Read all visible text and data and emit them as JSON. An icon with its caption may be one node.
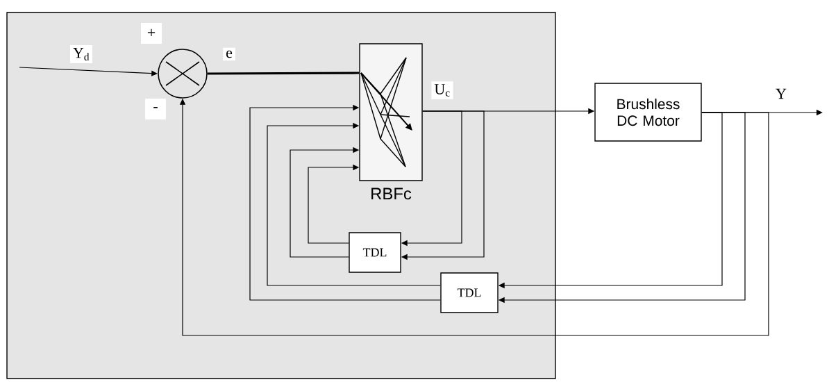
{
  "diagram": {
    "nodes": [
      {
        "text": [],
        "shape": "circle"
      },
      {
        "text": [
          "RBFc"
        ]
      },
      {
        "text": [
          "Brushless DC Motor"
        ]
      },
      {
        "text": [
          "TDL"
        ]
      },
      {
        "text": [
          "TDL"
        ]
      }
    ],
    "edges": [
      {
        "from": null,
        "to": 0,
        "arrow": "to",
        "label": "Y$_{d}$"
      },
      {
        "from": 0,
        "to": 1,
        "arrow": "none",
        "label": "e",
        "style": "thick"
      },
      {
        "from": 1,
        "to": 2,
        "arrow": "to",
        "label": "U$_{c}$"
      },
      {
        "from": 2,
        "to": null,
        "arrow": "to",
        "label": "Y"
      },
      {
        "from": 1,
        "to": 3,
        "arrow": "to"
      },
      {
        "from": 1,
        "to": 3,
        "arrow": "to"
      },
      {
        "from": 3,
        "to": 1,
        "arrow": "to"
      },
      {
        "from": 3,
        "to": 1,
        "arrow": "to"
      },
      {
        "from": 2,
        "to": 4,
        "arrow": "to"
      },
      {
        "from": 2,
        "to": 4,
        "arrow": "to"
      },
      {
        "from": 4,
        "to": 1,
        "arrow": "to"
      },
      {
        "from": 4,
        "to": 1,
        "arrow": "to"
      },
      {
        "from": 2,
        "to": 0,
        "arrow": "to"
      }
    ],
    "labels": [
      "+",
      "-"
    ]
  }
}
